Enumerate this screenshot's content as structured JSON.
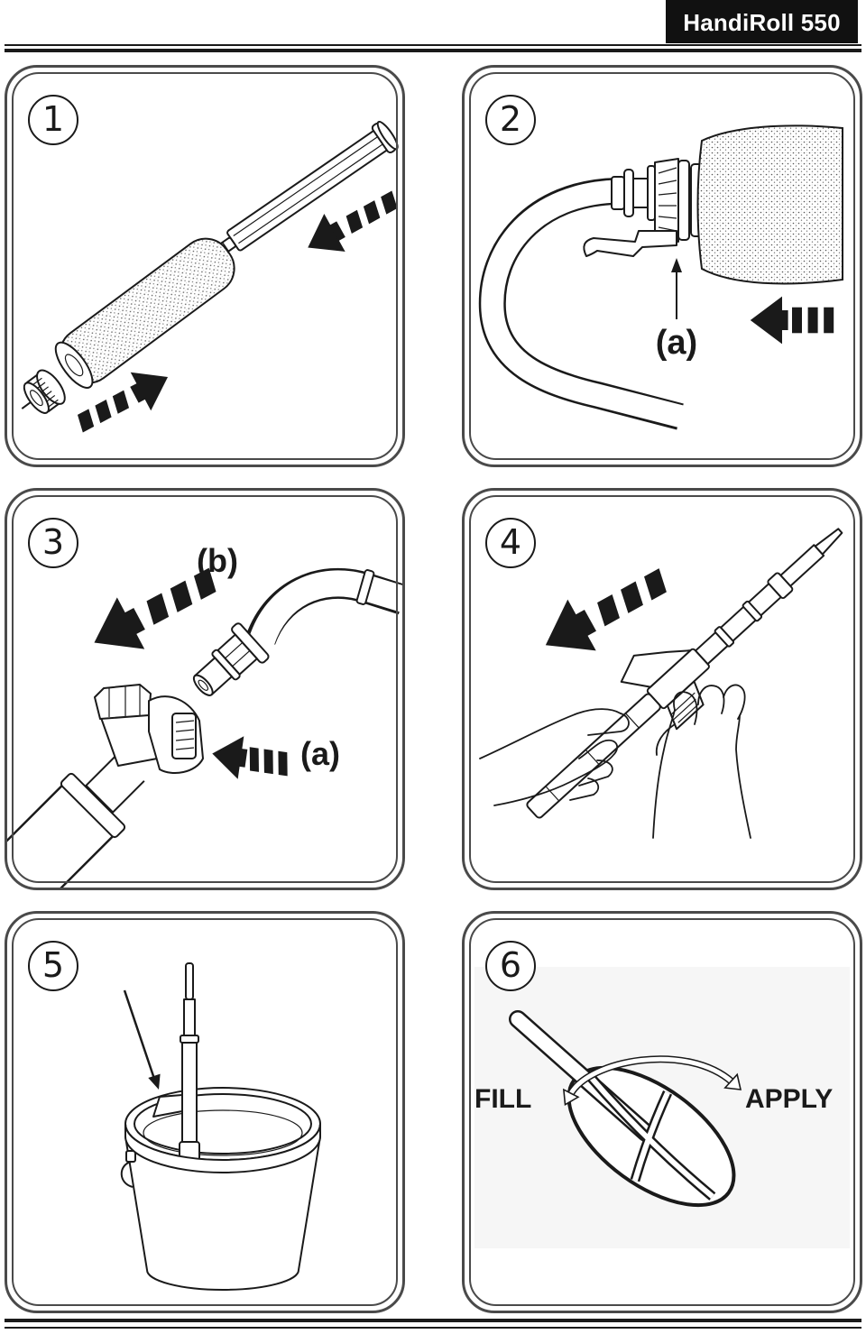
{
  "header": {
    "title": "HandiRoll 550"
  },
  "steps": [
    {
      "number": "1"
    },
    {
      "number": "2",
      "labels": [
        "(a)"
      ]
    },
    {
      "number": "3",
      "labels": [
        "(b)",
        "(a)"
      ]
    },
    {
      "number": "4"
    },
    {
      "number": "5"
    },
    {
      "number": "6",
      "labels": [
        "FILL",
        "APPLY"
      ]
    }
  ],
  "colors": {
    "ink": "#1a1a1a",
    "header_background": "#111111",
    "header_text": "#ffffff",
    "panel_border": "#4a4a4a"
  }
}
